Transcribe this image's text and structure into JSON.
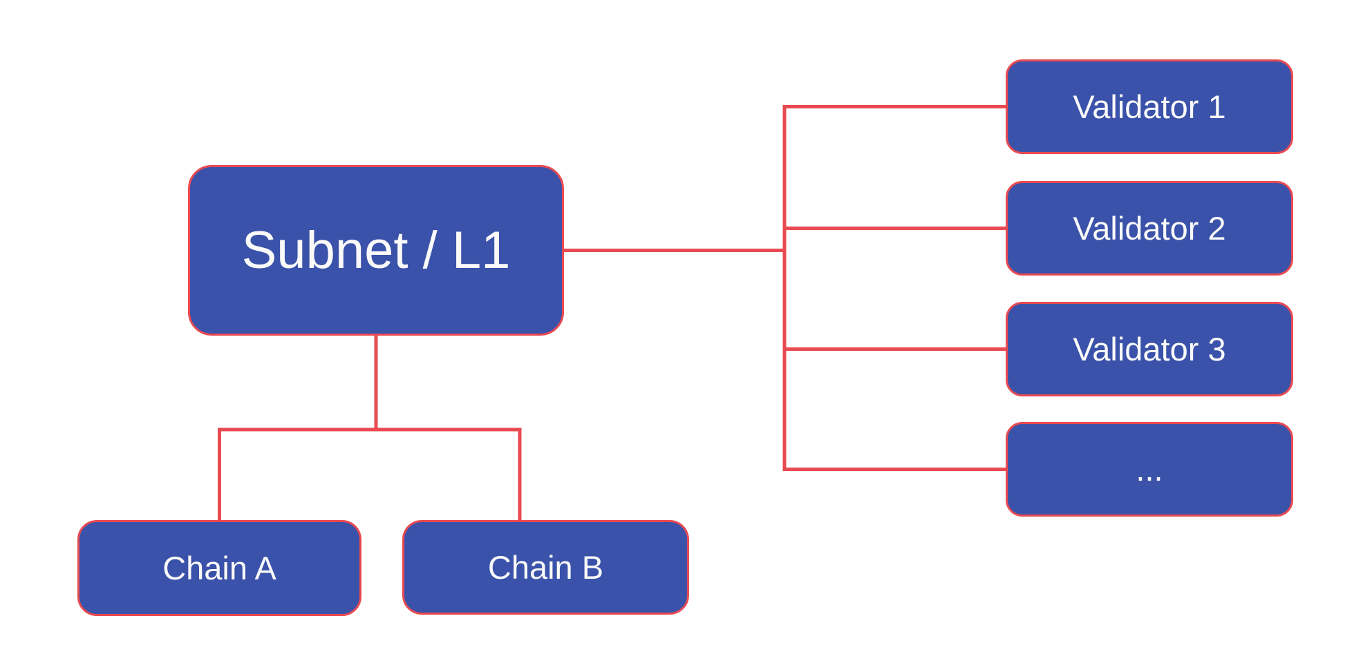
{
  "theme": {
    "node_fill": "#3A52A9",
    "line_color": "#E94A52",
    "node_text": "#FAFAFA",
    "background": "#FFFFFF"
  },
  "diagram": {
    "root": {
      "label": "Subnet / L1"
    },
    "chains": [
      {
        "label": "Chain A"
      },
      {
        "label": "Chain B"
      }
    ],
    "validators": [
      {
        "label": "Validator 1"
      },
      {
        "label": "Validator 2"
      },
      {
        "label": "Validator 3"
      },
      {
        "label": "..."
      }
    ]
  }
}
